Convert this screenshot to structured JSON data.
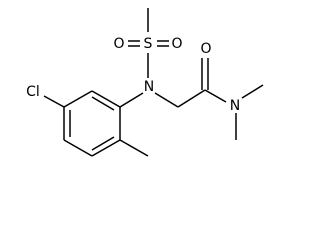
{
  "molecule": {
    "atoms": {
      "sulfur": "S",
      "sulfonyl_oxygen_left": "O",
      "sulfonyl_oxygen_right": "O",
      "sulfonamide_nitrogen": "N",
      "carbonyl_oxygen": "O",
      "amide_nitrogen": "N",
      "chlorine": "Cl"
    }
  }
}
